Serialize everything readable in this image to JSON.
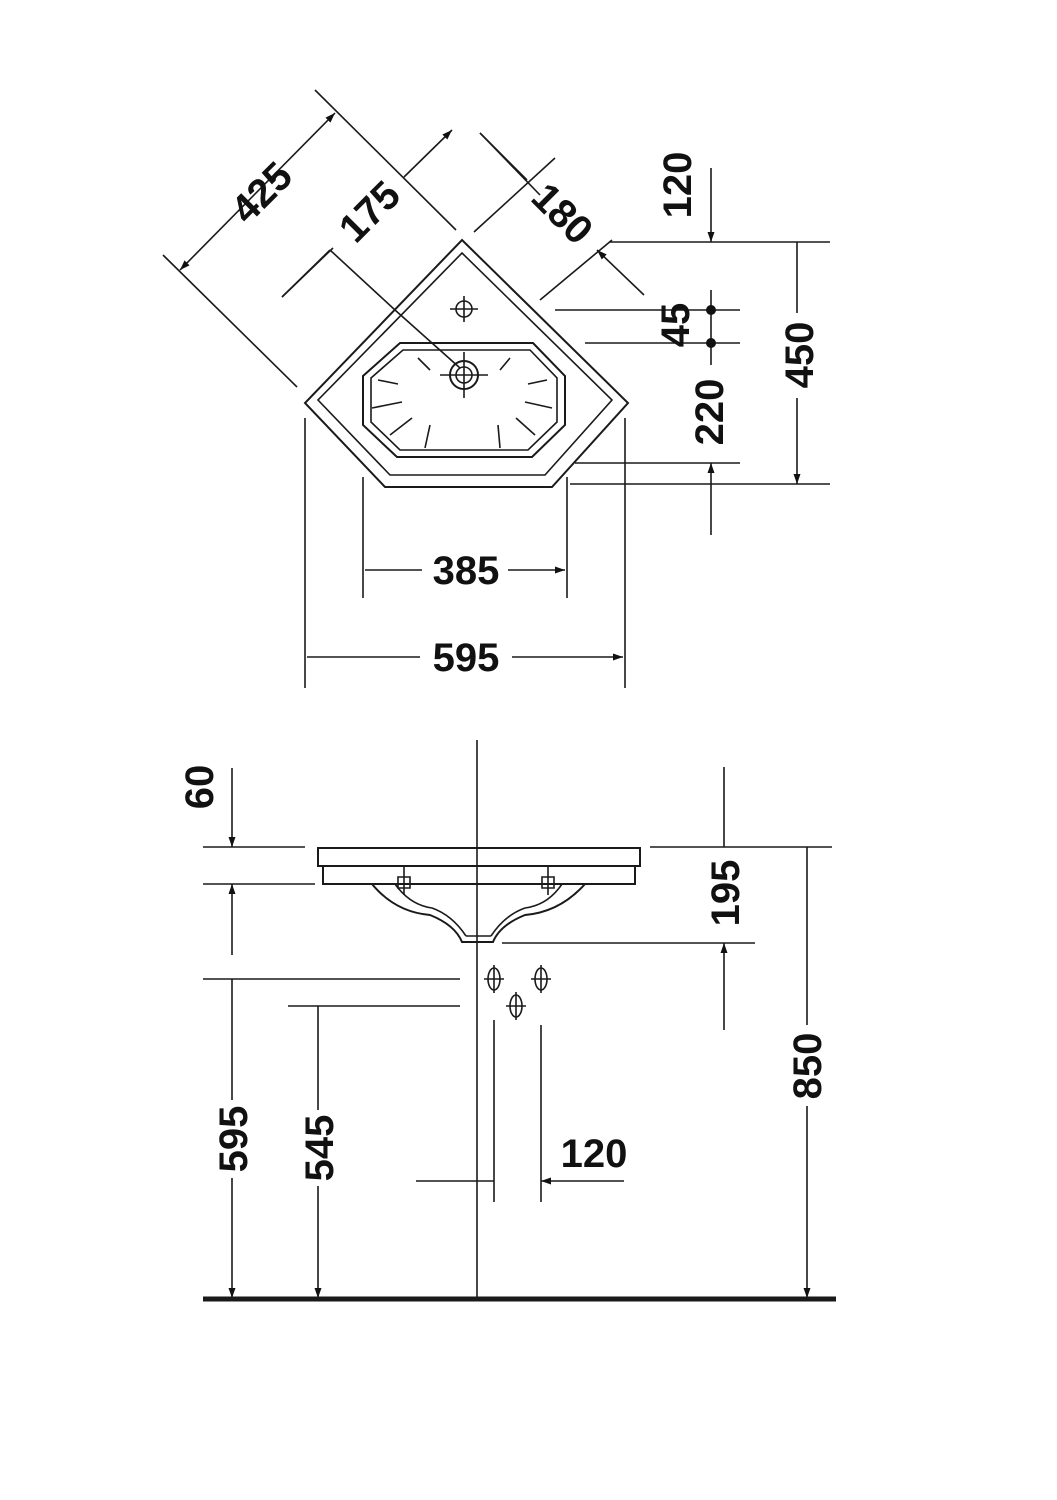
{
  "plan_view": {
    "dims": {
      "d425": "425",
      "d175": "175",
      "d180": "180",
      "d120": "120",
      "d45": "45",
      "d450": "450",
      "d220": "220",
      "d385": "385",
      "d595": "595"
    }
  },
  "elevation_view": {
    "dims": {
      "d60": "60",
      "d195": "195",
      "d850": "850",
      "d595": "595",
      "d545": "545",
      "d120": "120"
    }
  }
}
